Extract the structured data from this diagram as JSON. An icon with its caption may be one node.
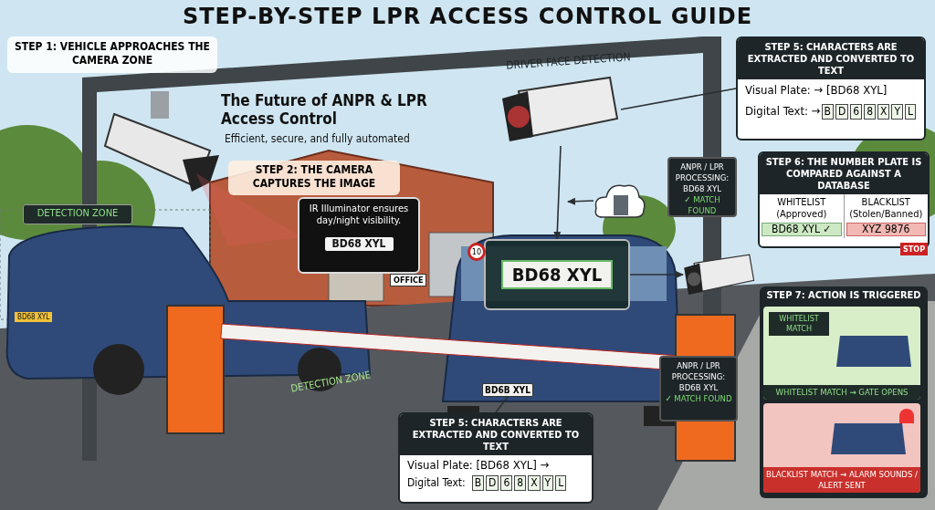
{
  "diagram": {
    "title": "STEP-BY-STEP LPR ACCESS CONTROL GUIDE",
    "nodes": [
      {
        "text": [
          "STEP 1: VEHICLE APPROACHES THE CAMERA ZONE"
        ]
      },
      {
        "text": [
          "STEP 2: THE CAMERA CAPTURES THE IMAGE"
        ]
      },
      {
        "text": [
          "IR Illuminator ensures day/night visibility.",
          "BD68 XYL"
        ]
      },
      {
        "text": [
          "DETECTION ZONE"
        ]
      },
      {
        "text": [],
        "shape": "picture",
        "beside": [
          "DRIVER FACE DETECTION"
        ]
      },
      {
        "text": [
          "STEP 5: CHARACTERS ARE EXTRACTED AND CONVERTED TO TEXT",
          "Visual Plate: → [BD68 XYL]",
          "Digital Text: →",
          "B",
          "D",
          "6",
          "8",
          "X",
          "Y",
          "L"
        ]
      },
      {
        "text": [
          "ANPR / LPR PROCESSING: BD68 XYL",
          "✓ MATCH FOUND"
        ]
      },
      {
        "text": [],
        "shape": "cloud"
      },
      {
        "text": [
          "BD68 XYL"
        ]
      },
      {
        "text": [
          "STEP 6: THE NUMBER PLATE IS COMPARED AGAINST A DATABASE",
          "WHITELIST (Approved)",
          "BLACKLIST (Stolen/Banned)",
          "BD68 XYL ✓",
          "XYZ 9876"
        ]
      },
      {
        "text": [],
        "shape": "picture"
      },
      {
        "text": [
          "STEP 7: ACTION IS TRIGGERED"
        ]
      },
      {
        "text": [
          "WHITELIST MATCH",
          "WHITELIST MATCH → GATE OPENS"
        ],
        "in": 11
      },
      {
        "text": [
          "BLACKLIST MATCH → ALARM SOUNDS / ALERT SENT"
        ],
        "in": 11
      },
      {
        "text": [
          "ANPR / LPR PROCESSING: BD6B XYL",
          "✓ MATCH FOUND"
        ]
      },
      {
        "text": [
          "BD6B XYL"
        ]
      },
      {
        "text": [
          "STEP 5: CHARACTERS ARE EXTRACTED AND CONVERTED TO TEXT",
          "Visual Plate: [BD68 XYL] →",
          "Digital Text:",
          "B",
          "D",
          "6",
          "8",
          "X",
          "Y",
          "L"
        ]
      }
    ],
    "edges": [
      {
        "from": 4,
        "to": 5,
        "arrow": "none"
      },
      {
        "from": 4,
        "to": 8,
        "arrow": "to"
      },
      {
        "from": 7,
        "to": null,
        "arrow": "to"
      },
      {
        "from": 8,
        "to": 10,
        "arrow": "to"
      },
      {
        "from": 15,
        "to": 16,
        "arrow": "none"
      }
    ],
    "labels": [
      "The Future of ANPR & LPR Access Control",
      "Efficient, secure, and fully automated",
      "BD68 XYL",
      "OFFICE",
      "10",
      "DETECTION ZONE",
      "STOP"
    ]
  }
}
